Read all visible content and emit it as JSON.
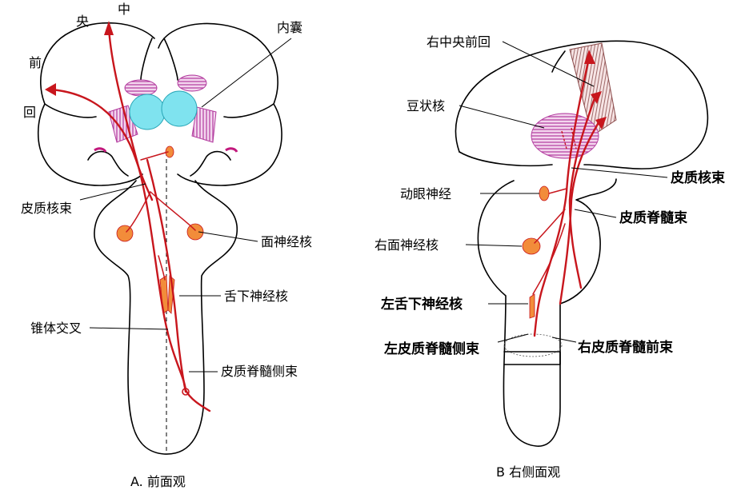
{
  "colors": {
    "tract": "#c8161d",
    "nucleus": "#f28c3a",
    "internal_capsule": "#7fe3ef",
    "basal_nuclei": "#b23a9e"
  },
  "panel_a": {
    "caption": "A. 前面观",
    "labels": {
      "yang": "央",
      "zhong": "中",
      "qian": "前",
      "hui": "回",
      "internal_capsule": "内囊",
      "corticonuclear_tract": "皮质核束",
      "facial_nucleus": "面神经核",
      "hypoglossal_nucleus": "舌下神经核",
      "pyramidal_decussation": "锥体交叉",
      "lateral_corticospinal_tract": "皮质脊髓侧束"
    }
  },
  "panel_b": {
    "caption": "B  右侧面观",
    "labels": {
      "right_precentral_gyrus": "右中央前回",
      "lentiform_nucleus": "豆状核",
      "corticonuclear_tract": "皮质核束",
      "oculomotor_nerve": "动眼神经",
      "corticospinal_tract": "皮质脊髓束",
      "right_facial_nucleus": "右面神经核",
      "left_hypoglossal_nucleus": "左舌下神经核",
      "left_lateral_corticospinal_tract": "左皮质脊髓侧束",
      "right_anterior_corticospinal_tract": "右皮质脊髓前束"
    }
  }
}
